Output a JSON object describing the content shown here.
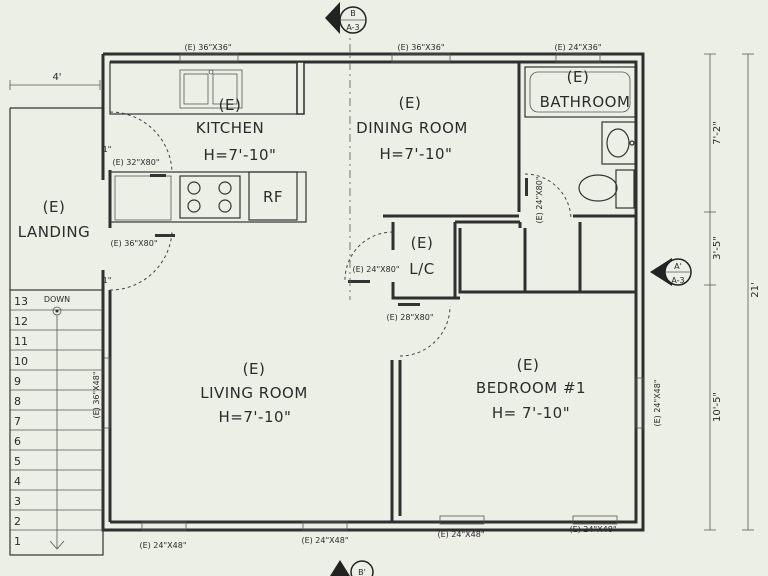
{
  "rooms": {
    "kitchen": {
      "tag": "(E)",
      "name": "KITCHEN",
      "height": "H=7'-10\""
    },
    "dining": {
      "tag": "(E)",
      "name": "DINING ROOM",
      "height": "H=7'-10\""
    },
    "bathroom": {
      "tag": "(E)",
      "name": "BATHROOM"
    },
    "landing": {
      "tag": "(E)",
      "name": "LANDING"
    },
    "lc": {
      "tag": "(E)",
      "name": "L/C"
    },
    "living": {
      "tag": "(E)",
      "name": "LIVING ROOM",
      "height": "H=7'-10\""
    },
    "bedroom": {
      "tag": "(E)",
      "name": "BEDROOM #1",
      "height": "H= 7'-10\""
    }
  },
  "fixtures": {
    "refrigerator": "RF"
  },
  "windows": {
    "top_kitchen": "(E) 36\"X36\"",
    "top_dining": "(E) 36\"X36\"",
    "top_bath": "(E) 24\"X36\"",
    "left_living": "(E) 36\"X48\"",
    "right_bedroom": "(E) 24\"X48\"",
    "bottom_1": "(E) 24\"X48\"",
    "bottom_2": "(E) 24\"X48\"",
    "bottom_3": "(E) 24\"X48\"",
    "bottom_4": "(E) 24\"X48\""
  },
  "doors": {
    "kitchen": "(E) 32\"X80\"",
    "landing": "(E) 36\"X80\"",
    "lc": "(E) 24\"X80\"",
    "bedroom": "(E) 28\"X80\"",
    "bath": "(E) 24\"X80\""
  },
  "dimensions": {
    "landing_width": "4'",
    "right_1": "7'-2\"",
    "right_2": "3'-5\"",
    "right_3": "10'-5\"",
    "overall": "21'",
    "wall_mark": "1\""
  },
  "stairs": {
    "label": "DOWN",
    "steps": [
      "13",
      "12",
      "11",
      "10",
      "9",
      "8",
      "7",
      "6",
      "5",
      "4",
      "3",
      "2",
      "1"
    ]
  },
  "section_markers": {
    "top": {
      "letter": "B",
      "sheet": "A-3"
    },
    "right": {
      "letter": "A'",
      "sheet": "A-3"
    },
    "bottom": {
      "letter": "B'"
    }
  }
}
